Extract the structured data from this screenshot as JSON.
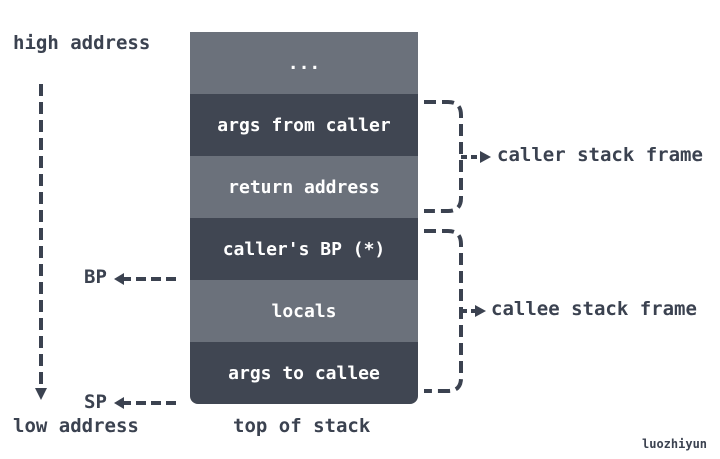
{
  "axis": {
    "high_label": "high address",
    "low_label": "low address",
    "bottom_label": "top of stack"
  },
  "stack_cells": [
    {
      "label": "...",
      "shade": "light"
    },
    {
      "label": "args from caller",
      "shade": "dark"
    },
    {
      "label": "return address",
      "shade": "light"
    },
    {
      "label": "caller's BP (*)",
      "shade": "dark"
    },
    {
      "label": "locals",
      "shade": "light"
    },
    {
      "label": "args to callee",
      "shade": "dark"
    }
  ],
  "pointers": {
    "bp": "BP",
    "sp": "SP"
  },
  "frames": {
    "caller": "caller stack frame",
    "callee": "callee stack frame"
  },
  "credit": "luozhiyun",
  "colors": {
    "cell_light": "#6b717b",
    "cell_dark": "#404652",
    "stroke": "#3b4250",
    "text_on_cell": "#ffffff"
  }
}
